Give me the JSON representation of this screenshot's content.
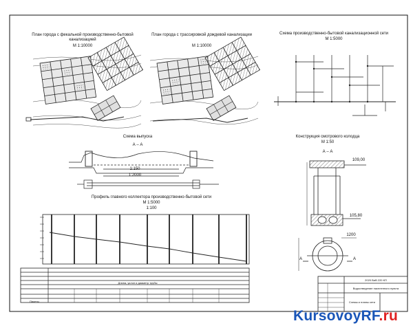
{
  "plans": {
    "plan1_title": "План города с фекальной производственно-бытовой канализацией",
    "plan1_scale": "М 1:10000",
    "plan2_title": "План города с трассировкой дождевой канализации",
    "plan2_scale": "М 1:10000",
    "network_title": "Схема производственно-бытовой канализационной сети",
    "network_scale": "М 1:5000"
  },
  "outfall": {
    "title": "Схема выпуска",
    "section": "А – А",
    "dim1": "1:150",
    "dim2": "1:2000"
  },
  "well": {
    "title": "Конструкция смотрового колодца",
    "scale": "М 1:50",
    "section": "А – А",
    "elev_top": "109,00",
    "elev_bottom": "105,80",
    "cut_left": "А",
    "cut_right": "А",
    "dim": "1200"
  },
  "profile": {
    "title": "Профиль главного коллектора производственно-бытовой сети",
    "scale_h": "М 1:5000",
    "scale_v": "1:100",
    "row_label_1": "Длина, уклон и диаметр трубы",
    "row_label_2": "Пикеты"
  },
  "stamp": {
    "doc_code": "2020 ВиВ 220 КП",
    "title": "Водоотведение населенного пункта",
    "sheet_name": "Схемы и планы сети"
  },
  "watermark": {
    "blue": "KursovoyRF",
    "red": ".ru"
  },
  "colors": {
    "line": "#1a1a1a",
    "watermark_blue": "#1a56b8",
    "watermark_red": "#e02020"
  }
}
